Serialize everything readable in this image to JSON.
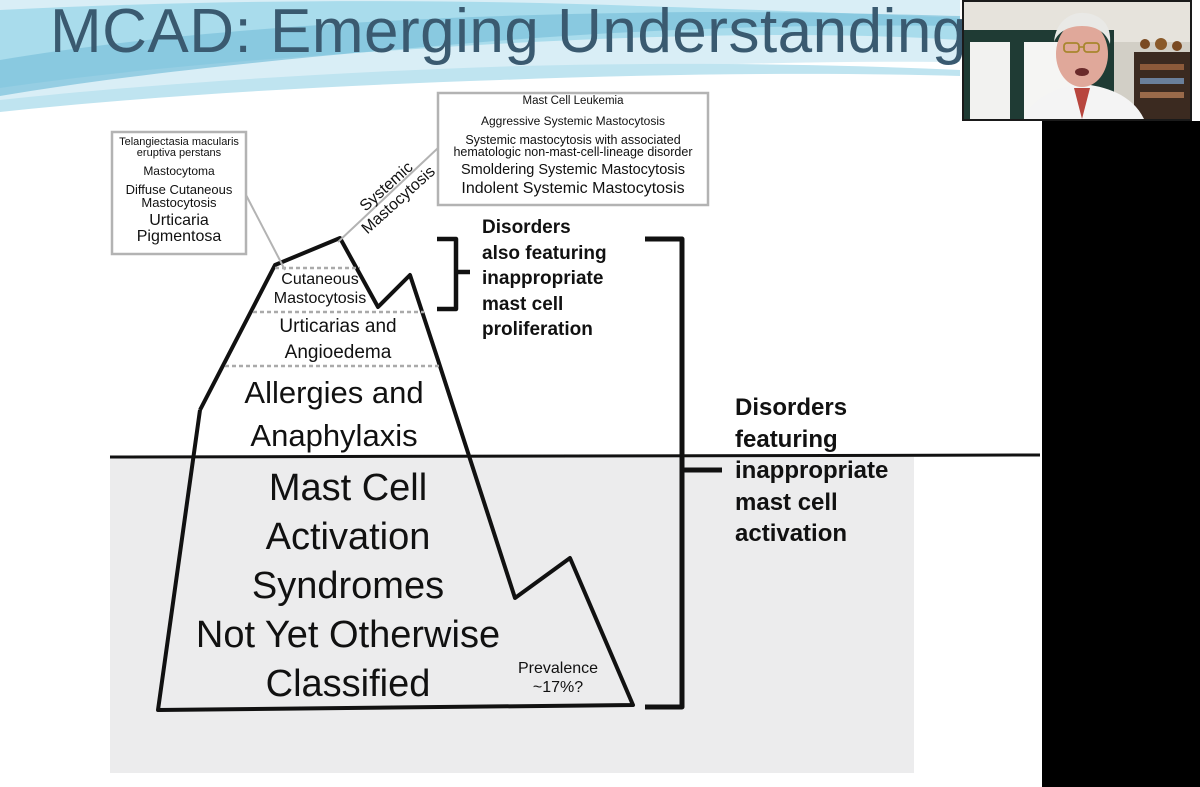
{
  "slide": {
    "title": "MCAD: Emerging Understanding"
  },
  "left_box": {
    "lines": [
      "Telangiectasia macularis",
      "eruptiva perstans",
      "Mastocytoma",
      "Diffuse Cutaneous",
      "Mastocytosis",
      "Urticaria",
      "Pigmentosa"
    ]
  },
  "right_box": {
    "lines": [
      "Mast Cell Leukemia",
      "Aggressive Systemic Mastocytosis",
      "Systemic mastocytosis with associated",
      "hematologic non-mast-cell-lineage disorder",
      "Smoldering Systemic Mastocytosis",
      "Indolent Systemic Mastocytosis"
    ]
  },
  "iceberg": {
    "systemic_label": [
      "Systemic",
      "Mastocytosis"
    ],
    "cutaneous": [
      "Cutaneous",
      "Mastocytosis"
    ],
    "urticarias": [
      "Urticarias and",
      "Angioedema"
    ],
    "allergies": [
      "Allergies and",
      "Anaphylaxis"
    ],
    "mcas": [
      "Mast Cell",
      "Activation",
      "Syndromes",
      "Not Yet Otherwise",
      "Classified"
    ],
    "prevalence": [
      "Prevalence",
      "~17%?"
    ]
  },
  "brackets": {
    "proliferation": [
      "Disorders",
      "also featuring",
      "inappropriate",
      "mast cell",
      "proliferation"
    ],
    "activation": [
      "Disorders",
      "featuring",
      "inappropriate",
      "mast cell",
      "activation"
    ]
  },
  "colors": {
    "title": "#3a5a70",
    "water": "#ececed",
    "wave_light": "#cfe8f2",
    "wave_mid": "#7fc3dc",
    "sidebar": "#000000"
  }
}
